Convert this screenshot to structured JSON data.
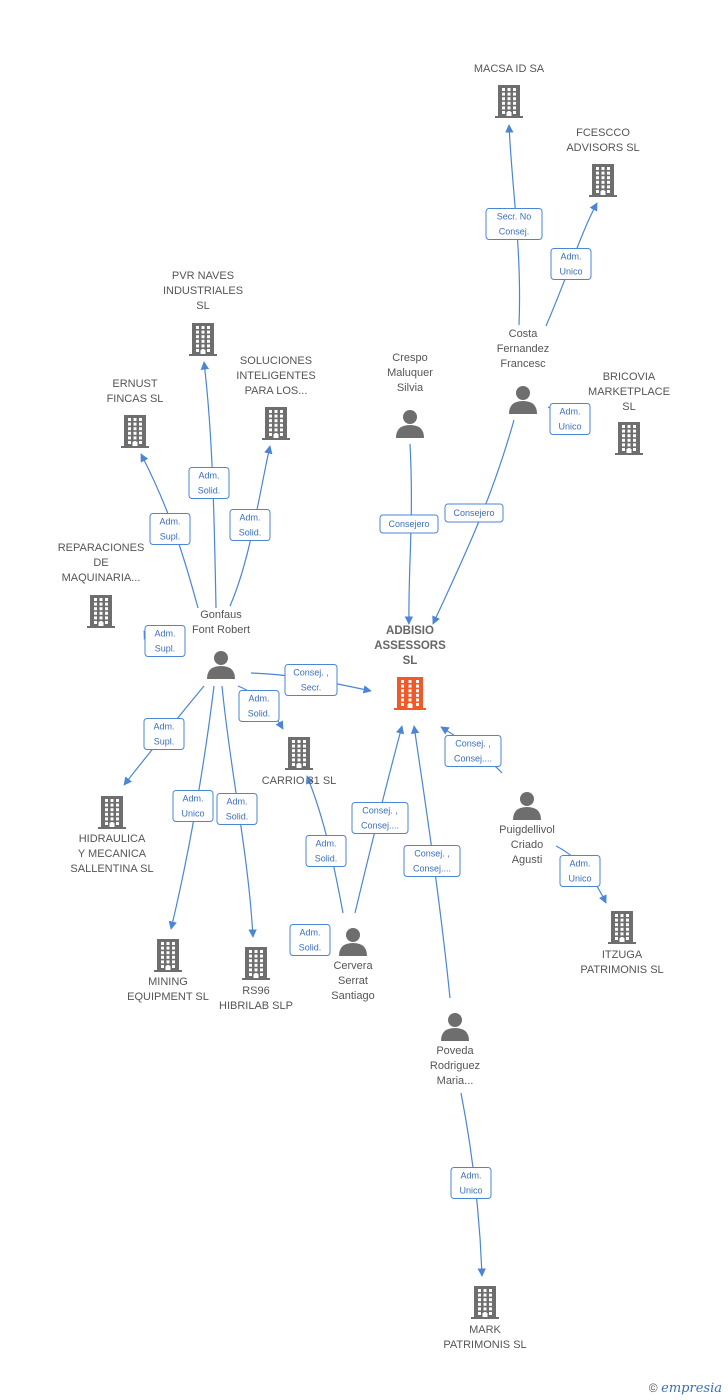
{
  "colors": {
    "edge": "#4a86d4",
    "node": "#6e6e6e",
    "center": "#f05a28"
  },
  "footer": {
    "copyright": "©",
    "brand_e": "e",
    "brand_rest": "mpresia"
  },
  "nodes": {
    "adbisio": {
      "type": "company",
      "center": true,
      "lines": [
        "ADBISIO",
        "ASSESSORS",
        "SL"
      ]
    },
    "macsa": {
      "type": "company",
      "lines": [
        "MACSA ID SA"
      ]
    },
    "fcescco": {
      "type": "company",
      "lines": [
        "FCESCCO",
        "ADVISORS  SL"
      ]
    },
    "pvr": {
      "type": "company",
      "lines": [
        "PVR NAVES",
        "INDUSTRIALES",
        "SL"
      ]
    },
    "soluciones": {
      "type": "company",
      "lines": [
        "SOLUCIONES",
        "INTELIGENTES",
        "PARA LOS..."
      ]
    },
    "ernust": {
      "type": "company",
      "lines": [
        "ERNUST",
        "FINCAS SL"
      ]
    },
    "reparaciones": {
      "type": "company",
      "lines": [
        "REPARACIONES",
        "DE",
        "MAQUINARIA..."
      ]
    },
    "bricovia": {
      "type": "company",
      "lines": [
        "BRICOVIA",
        "MARKETPLACE",
        "SL"
      ]
    },
    "carrio": {
      "type": "company",
      "lines": [
        "CARRIO 31 SL"
      ]
    },
    "hidraulica": {
      "type": "company",
      "lines": [
        "HIDRAULICA",
        "Y MECANICA",
        "SALLENTINA SL"
      ]
    },
    "mining": {
      "type": "company",
      "lines": [
        "MINING",
        "EQUIPMENT  SL"
      ]
    },
    "rs96": {
      "type": "company",
      "lines": [
        "RS96",
        "HIBRILAB  SLP"
      ]
    },
    "itzuga": {
      "type": "company",
      "lines": [
        "ITZUGA",
        "PATRIMONIS  SL"
      ]
    },
    "mark": {
      "type": "company",
      "lines": [
        "MARK",
        "PATRIMONIS  SL"
      ]
    },
    "crespo": {
      "type": "person",
      "lines": [
        "Crespo",
        "Maluquer",
        "Silvia"
      ]
    },
    "costa": {
      "type": "person",
      "lines": [
        "Costa",
        "Fernandez",
        "Francesc"
      ]
    },
    "gonfaus": {
      "type": "person",
      "lines": [
        "Gonfaus",
        "Font Robert"
      ]
    },
    "puigdellivol": {
      "type": "person",
      "lines": [
        "Puigdellivol",
        "Criado",
        "Agusti"
      ]
    },
    "cervera": {
      "type": "person",
      "lines": [
        "Cervera",
        "Serrat",
        "Santiago"
      ]
    },
    "poveda": {
      "type": "person",
      "lines": [
        "Poveda",
        "Rodriguez",
        "Maria..."
      ]
    }
  },
  "edges": [
    {
      "from": "costa",
      "to": "macsa",
      "label": [
        "Secr.  No",
        "Consej."
      ]
    },
    {
      "from": "costa",
      "to": "fcescco",
      "label": [
        "Adm.",
        "Unico"
      ]
    },
    {
      "from": "costa",
      "to": "bricovia",
      "label": [
        "Adm.",
        "Unico"
      ]
    },
    {
      "from": "costa",
      "to": "adbisio",
      "label": [
        "Consejero"
      ]
    },
    {
      "from": "crespo",
      "to": "adbisio",
      "label": [
        "Consejero"
      ]
    },
    {
      "from": "gonfaus",
      "to": "pvr",
      "label": [
        "Adm.",
        "Solid."
      ]
    },
    {
      "from": "gonfaus",
      "to": "soluciones",
      "label": [
        "Adm.",
        "Solid."
      ]
    },
    {
      "from": "gonfaus",
      "to": "ernust",
      "label": [
        "Adm.",
        "Supl."
      ]
    },
    {
      "from": "gonfaus",
      "to": "reparaciones",
      "label": [
        "Adm.",
        "Supl."
      ]
    },
    {
      "from": "gonfaus",
      "to": "adbisio",
      "label": [
        "Consej. ,",
        "Secr."
      ]
    },
    {
      "from": "gonfaus",
      "to": "carrio",
      "label": [
        "Adm.",
        "Solid."
      ]
    },
    {
      "from": "gonfaus",
      "to": "hidraulica",
      "label": [
        "Adm.",
        "Supl."
      ]
    },
    {
      "from": "gonfaus",
      "to": "mining",
      "label": [
        "Adm.",
        "Unico"
      ]
    },
    {
      "from": "gonfaus",
      "to": "rs96",
      "label": [
        "Adm.",
        "Solid."
      ]
    },
    {
      "from": "puigdellivol",
      "to": "adbisio",
      "label": [
        "Consej. ,",
        "Consej...."
      ]
    },
    {
      "from": "puigdellivol",
      "to": "itzuga",
      "label": [
        "Adm.",
        "Unico"
      ]
    },
    {
      "from": "cervera",
      "to": "adbisio",
      "label": [
        "Consej. ,",
        "Consej...."
      ]
    },
    {
      "from": "cervera",
      "to": "carrio",
      "label": [
        "Adm.",
        "Solid."
      ]
    },
    {
      "from": "cervera",
      "to": "cervera",
      "label": [
        "Adm.",
        "Solid."
      ]
    },
    {
      "from": "poveda",
      "to": "adbisio",
      "label": [
        "Consej. ,",
        "Consej...."
      ]
    },
    {
      "from": "poveda",
      "to": "mark",
      "label": [
        "Adm.",
        "Unico"
      ]
    }
  ]
}
